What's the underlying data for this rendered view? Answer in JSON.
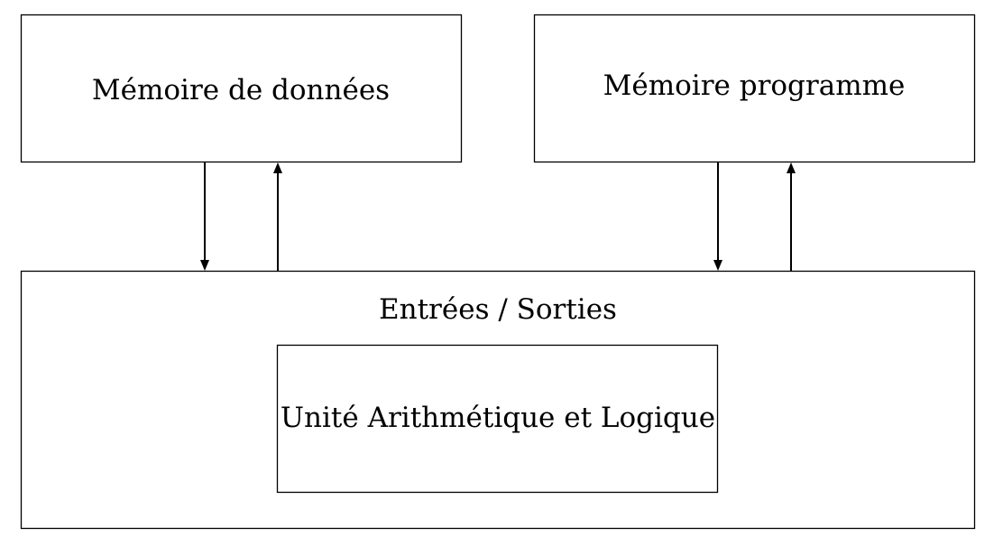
{
  "diagram": {
    "data_memory": {
      "label": "Mémoire de données"
    },
    "program_memory": {
      "label": "Mémoire programme"
    },
    "io": {
      "label": "Entrées / Sorties"
    },
    "alu": {
      "label": "Unité Arithmétique et Logique"
    }
  },
  "colors": {
    "stroke": "#000000",
    "fill": "#ffffff"
  }
}
